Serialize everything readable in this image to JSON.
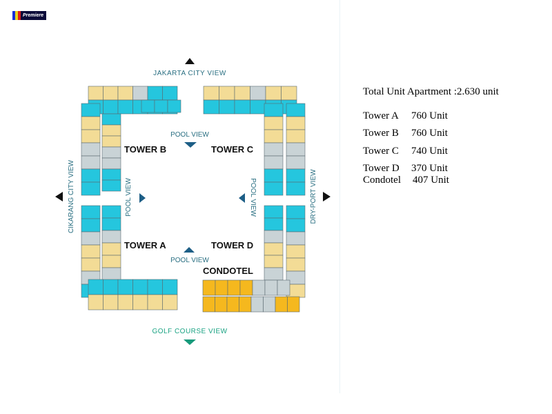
{
  "logo": {
    "text": "Premiere",
    "colors": [
      "#1a2fd9",
      "#e8d21a",
      "#e01d1d"
    ]
  },
  "views": {
    "top": "JAKARTA CITY VIEW",
    "bottom": "GOLF COURSE VIEW",
    "left": "CIKARANG CITY VIEW",
    "right": "DRY-PORT VIEW",
    "pool_top": "POOL VIEW",
    "pool_bottom": "POOL VIEW",
    "pool_left": "POOL VIEW",
    "pool_right": "POOL VIEW"
  },
  "towers": {
    "b": "TOWER B",
    "c": "TOWER C",
    "a": "TOWER A",
    "d": "TOWER D",
    "condotel": "CONDOTEL"
  },
  "colors": {
    "unit_cyan": "#25c6de",
    "unit_yellow": "#f3dc96",
    "condotel_orange": "#f5b81e",
    "core_gray": "#c9d3d6",
    "view_text": "#2a6f82",
    "golf_text": "#1aa383",
    "arrow_dark": "#111111",
    "arrow_blue": "#1d5e86",
    "arrow_green": "#179a7b"
  },
  "summary": {
    "total": "Total Unit Apartment :2.630 unit",
    "rows": [
      {
        "name": "Tower A",
        "units": "760 Unit"
      },
      {
        "name": "Tower B",
        "units": "760 Unit"
      },
      {
        "name": "Tower C",
        "units": "740 Unit"
      },
      {
        "name": "Tower D",
        "units": "370 Unit"
      },
      {
        "name": "Condotel",
        "units": "407 Unit"
      }
    ]
  }
}
